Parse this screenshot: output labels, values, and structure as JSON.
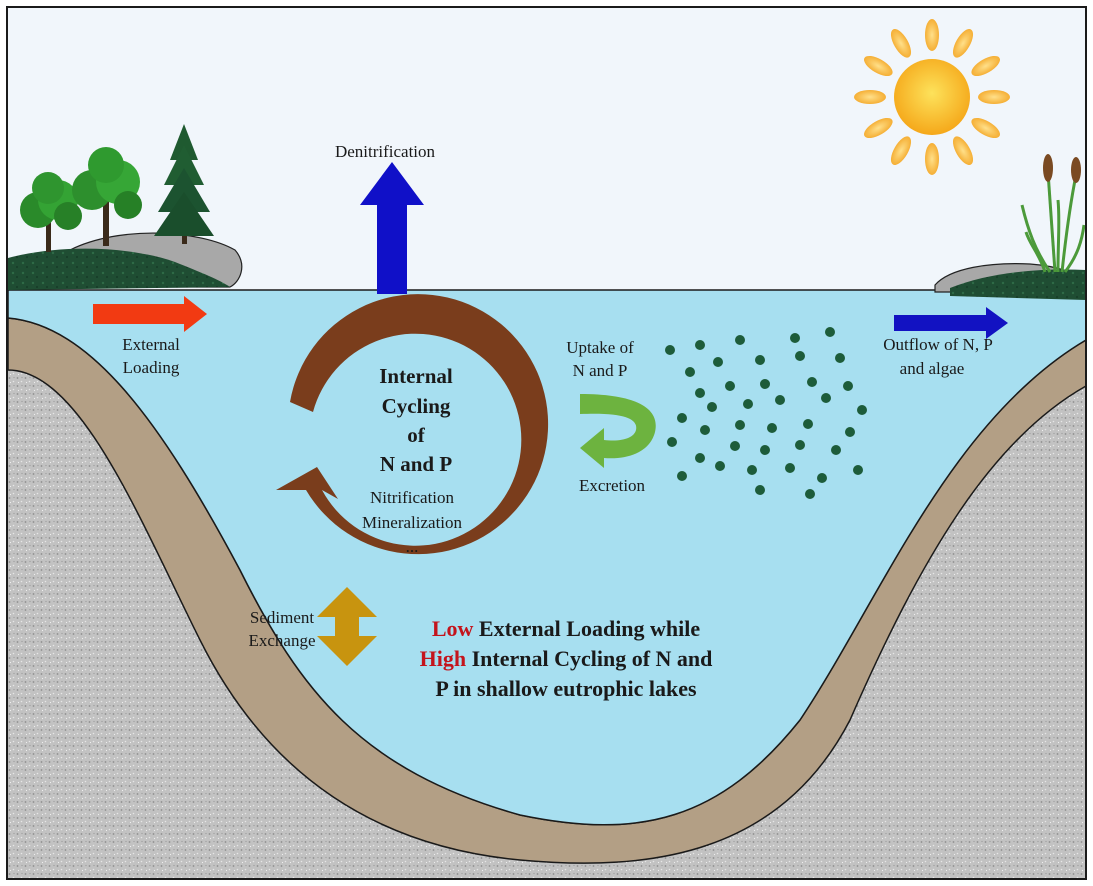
{
  "diagram": {
    "labels": {
      "denitrification": "Denitrification",
      "external_loading": [
        "External",
        "Loading"
      ],
      "outflow": [
        "Outflow of N, P",
        "and algae"
      ],
      "uptake": [
        "Uptake of",
        "N and P"
      ],
      "excretion": "Excretion",
      "cycle_title": [
        "Internal",
        "Cycling",
        "of",
        "N and P"
      ],
      "cycle_processes": [
        "Nitrification",
        "Mineralization",
        "..."
      ],
      "sediment_exchange": [
        "Sediment",
        "Exchange"
      ],
      "summary": {
        "line1_emph": "Low",
        "line1_rest": " External Loading while",
        "line2_emph": "High",
        "line2_rest": " Internal Cycling of N and",
        "line3": "P in shallow eutrophic lakes"
      }
    },
    "colors": {
      "sky": "#eef5fb",
      "water": "#a7dff0",
      "sediment": "#b39f85",
      "bedrock": "#bdbdbd",
      "cycle_arrow": "#7a3d1c",
      "denitrification_arrow": "#1010c8",
      "external_loading_arrow": "#f23a12",
      "outflow_arrow": "#1212c2",
      "uptake_arrow": "#6db33f",
      "sediment_arrow": "#c8940f",
      "algae": "#1d5c3a",
      "sun": "#f6b21c",
      "emphasis_text": "#c4141c"
    }
  }
}
